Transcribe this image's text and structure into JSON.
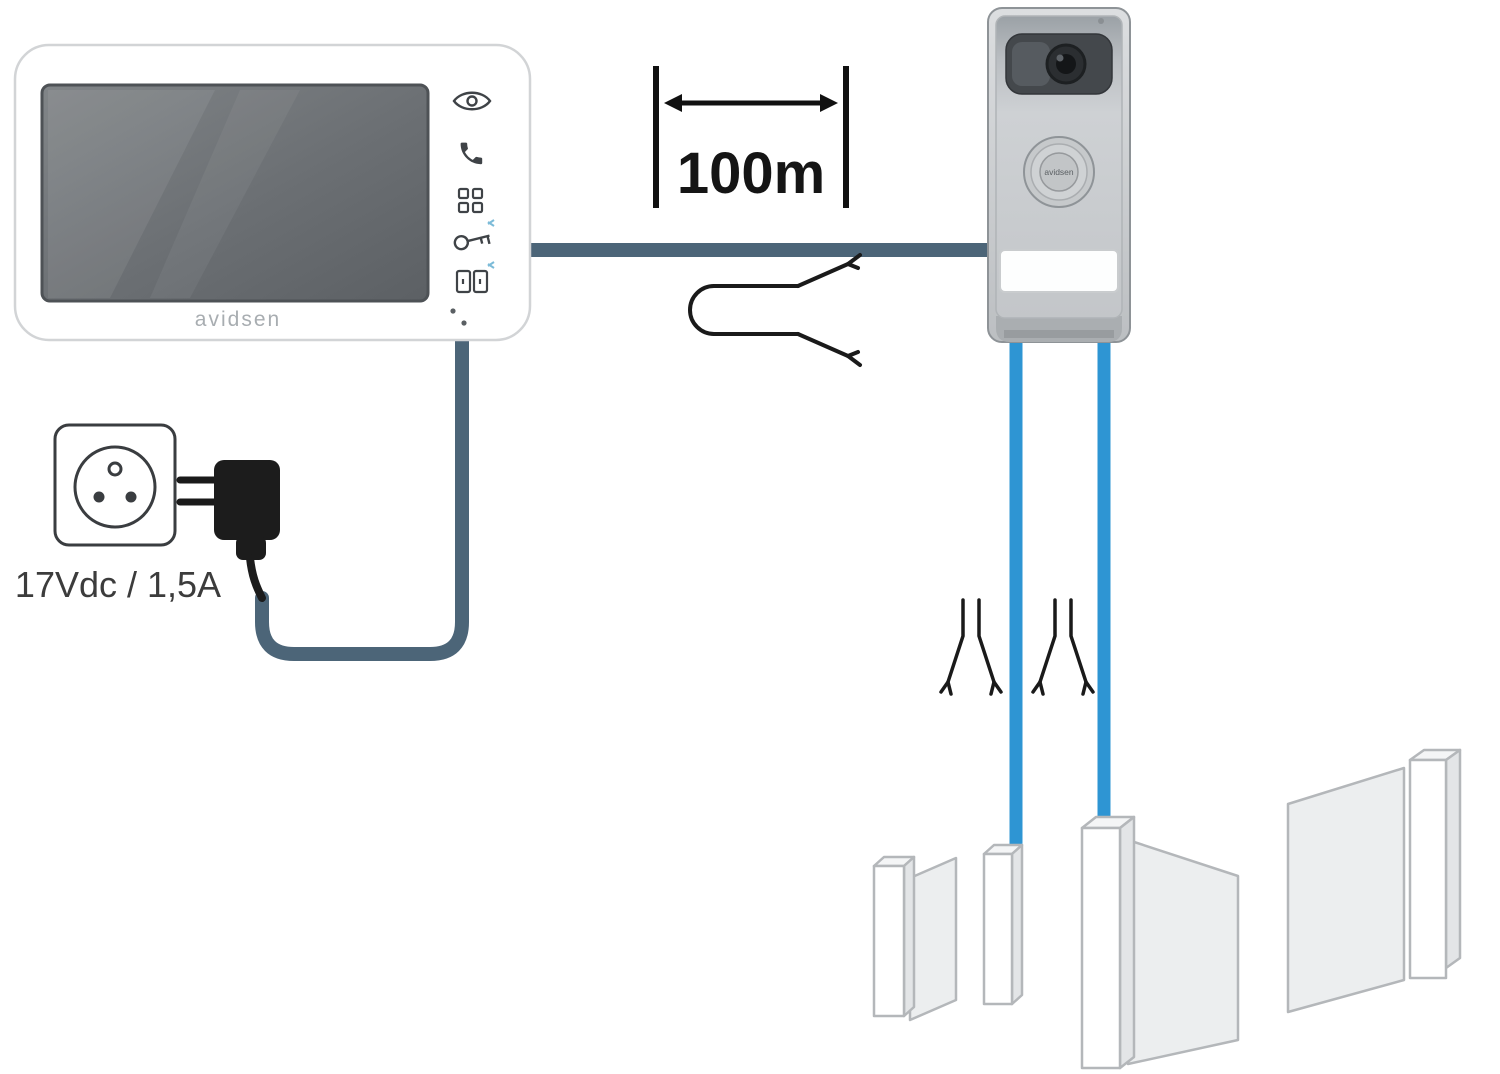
{
  "diagram": {
    "labels": {
      "distance": "100m",
      "power_spec": "17Vdc / 1,5A",
      "monitor_brand": "avidsen",
      "doorbell_brand": "avidsen"
    },
    "colors": {
      "cable": "#4c6578",
      "blue_cable": "#2e95d3",
      "line": "#1a1a1a",
      "gate_outline": "#b4b7ba",
      "monitor_screen": "#6d7175",
      "doorbell_body": "#c6c9cc"
    },
    "icons": {
      "monitor_buttons": [
        "eye-icon",
        "phone-icon",
        "menu-grid-icon",
        "key-icon",
        "door-release-icon"
      ],
      "symbols": [
        "cable-splice-icon",
        "wire-end-icon",
        "plug-icon",
        "socket-icon"
      ]
    }
  }
}
